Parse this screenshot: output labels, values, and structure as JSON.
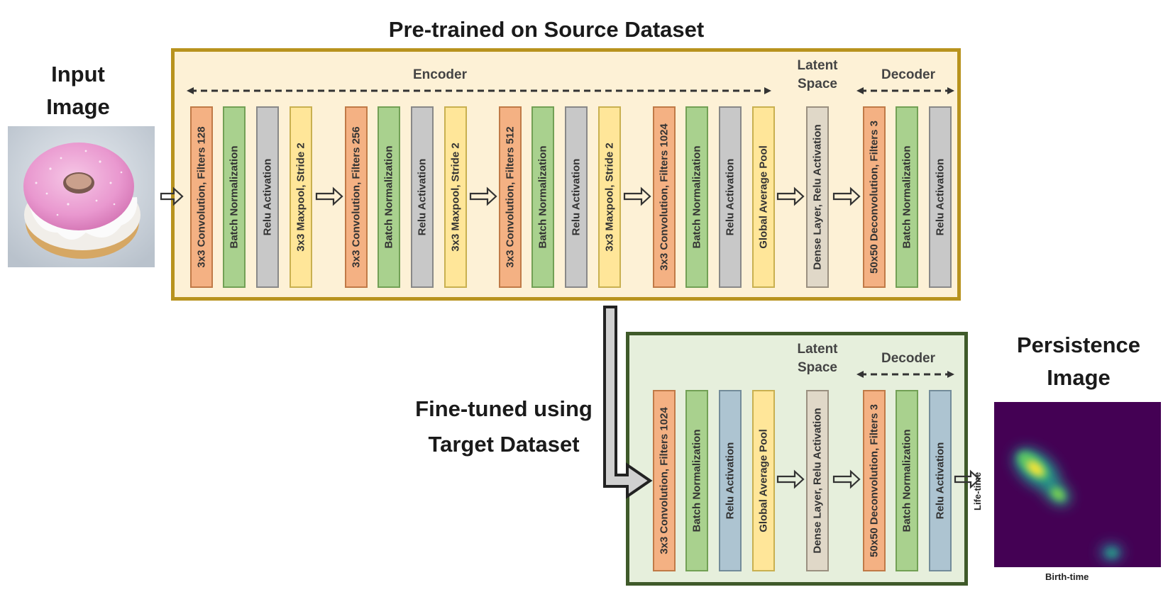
{
  "title_pretrained": "Pre-trained on Source Dataset",
  "input_image": {
    "title": "Input Image"
  },
  "finetuned_title": "Fine-tuned using Target Dataset",
  "persistence": {
    "title": "Persistence Image",
    "y_axis": "Life-time",
    "x_axis": "Birth-time"
  },
  "top": {
    "encoder_label": "Encoder",
    "latent_label": "Latent Space",
    "decoder_label": "Decoder",
    "layers": [
      {
        "label": "3x3 Convolution, Filters 128",
        "color": "orange"
      },
      {
        "label": "Batch Normalization",
        "color": "green"
      },
      {
        "label": "Relu Activation",
        "color": "gray"
      },
      {
        "label": "3x3 Maxpool, Stride 2",
        "color": "yellow"
      },
      {
        "label": "3x3 Convolution, Filters 256",
        "color": "orange"
      },
      {
        "label": "Batch Normalization",
        "color": "green"
      },
      {
        "label": "Relu Activation",
        "color": "gray"
      },
      {
        "label": "3x3 Maxpool, Stride 2",
        "color": "yellow"
      },
      {
        "label": "3x3 Convolution, Filters 512",
        "color": "orange"
      },
      {
        "label": "Batch Normalization",
        "color": "green"
      },
      {
        "label": "Relu Activation",
        "color": "gray"
      },
      {
        "label": "3x3 Maxpool, Stride 2",
        "color": "yellow"
      },
      {
        "label": "3x3 Convolution, Filters 1024",
        "color": "orange"
      },
      {
        "label": "Batch Normalization",
        "color": "green"
      },
      {
        "label": "Relu Activation",
        "color": "gray"
      },
      {
        "label": "Global Average Pool",
        "color": "yellow"
      },
      {
        "label": "Dense Layer, Relu Activation",
        "color": "beige"
      },
      {
        "label": "50x50 Deconvolution, Filters 3",
        "color": "orange"
      },
      {
        "label": "Batch Normalization",
        "color": "green"
      },
      {
        "label": "Relu Activation",
        "color": "gray"
      }
    ]
  },
  "bottom": {
    "latent_label": "Latent Space",
    "decoder_label": "Decoder",
    "layers": [
      {
        "label": "3x3 Convolution, Filters 1024",
        "color": "orange"
      },
      {
        "label": "Batch Normalization",
        "color": "green"
      },
      {
        "label": "Relu Activation",
        "color": "blue"
      },
      {
        "label": "Global Average Pool",
        "color": "yellow"
      },
      {
        "label": "Dense Layer, Relu Activation",
        "color": "beige"
      },
      {
        "label": "50x50 Deconvolution, Filters 3",
        "color": "orange"
      },
      {
        "label": "Batch Normalization",
        "color": "green"
      },
      {
        "label": "Relu Activation",
        "color": "blue"
      }
    ]
  },
  "colors": {
    "orange": "#f4b183",
    "green": "#a9d18e",
    "gray": "#c8c8c8",
    "yellow": "#ffe699",
    "beige": "#e0d8c8",
    "blue": "#adc4d1",
    "top_border": "#b8931e",
    "bottom_border": "#3f5a2a"
  }
}
